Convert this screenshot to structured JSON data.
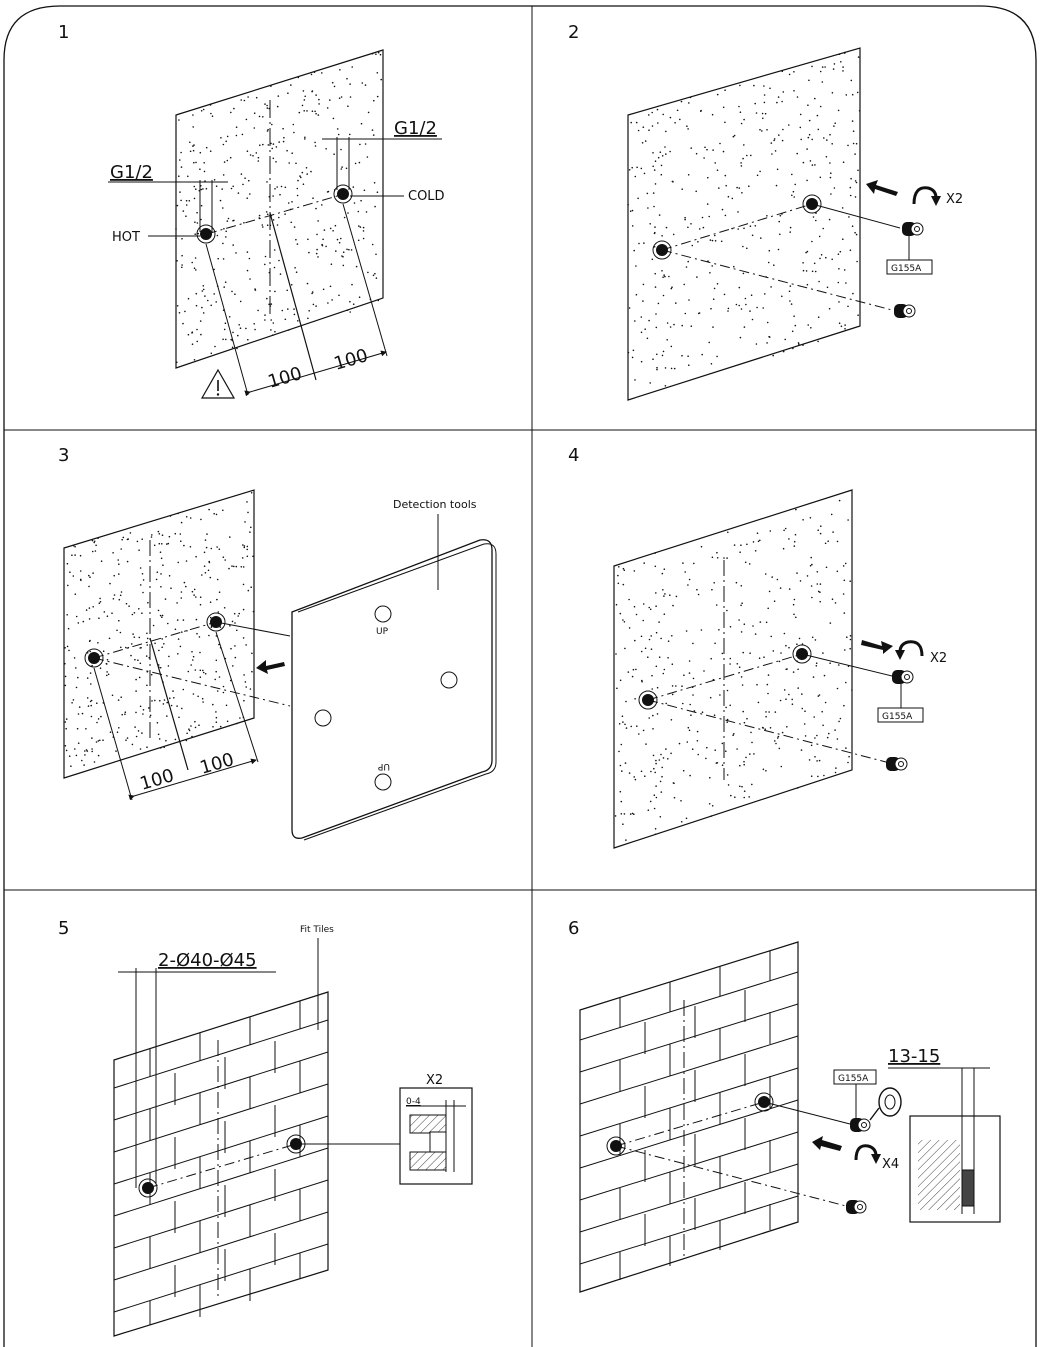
{
  "colors": {
    "ink": "#111111",
    "paper": "#ffffff"
  },
  "steps": [
    {
      "number": "1",
      "labels": {
        "g_left": "G1/2",
        "g_right": "G1/2",
        "hot": "HOT",
        "cold": "COLD",
        "dim_a": "100",
        "dim_b": "100"
      },
      "icons": [
        "warning-triangle-icon"
      ]
    },
    {
      "number": "2",
      "labels": {
        "count": "X2",
        "part": "G155A"
      },
      "icons": [
        "push-arrow-icon",
        "rotate-arrow-icon"
      ]
    },
    {
      "number": "3",
      "labels": {
        "tool": "Detection tools",
        "up_top": "UP",
        "up_bottom": "UP",
        "dim_a": "100",
        "dim_b": "100"
      },
      "icons": [
        "push-arrow-icon"
      ]
    },
    {
      "number": "4",
      "labels": {
        "count": "X2",
        "part": "G155A"
      },
      "icons": [
        "pull-arrow-icon",
        "rotate-arrow-icon"
      ]
    },
    {
      "number": "5",
      "labels": {
        "tiles": "Fit Tiles",
        "holes": "2-Ø40-Ø45",
        "count": "X2",
        "depth": "0-4"
      }
    },
    {
      "number": "6",
      "labels": {
        "part": "G155A",
        "count": "X4",
        "dim": "13-15"
      },
      "icons": [
        "tape-roll-icon",
        "push-arrow-icon",
        "rotate-arrow-icon"
      ]
    }
  ]
}
